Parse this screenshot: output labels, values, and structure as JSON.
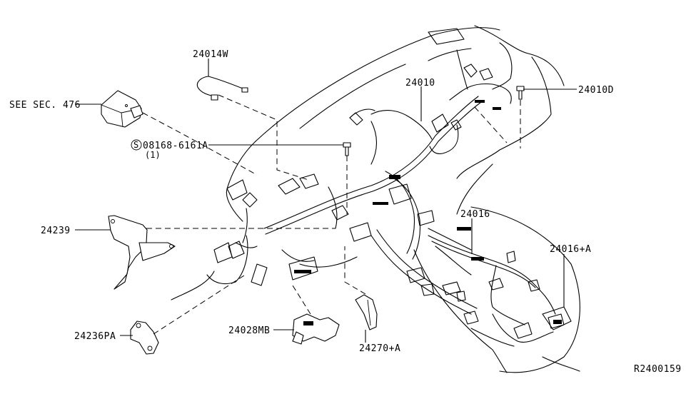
{
  "diagram": {
    "title": "Instrument panel wiring harness",
    "ref_code": "R2400159",
    "callouts": [
      {
        "id": "see-sec-476",
        "text": "SEE SEC. 476"
      },
      {
        "id": "24014w",
        "text": "24014W"
      },
      {
        "id": "24010",
        "text": "24010"
      },
      {
        "id": "24010d",
        "text": "24010D"
      },
      {
        "id": "bolt-08168",
        "symbol": "S",
        "text": "08168-6161A",
        "qty": "(1)"
      },
      {
        "id": "24239",
        "text": "24239"
      },
      {
        "id": "24016",
        "text": "24016"
      },
      {
        "id": "24016a",
        "text": "24016+A"
      },
      {
        "id": "24236pa",
        "text": "24236PA"
      },
      {
        "id": "24028mb",
        "text": "24028MB"
      },
      {
        "id": "24270a",
        "text": "24270+A"
      }
    ]
  }
}
